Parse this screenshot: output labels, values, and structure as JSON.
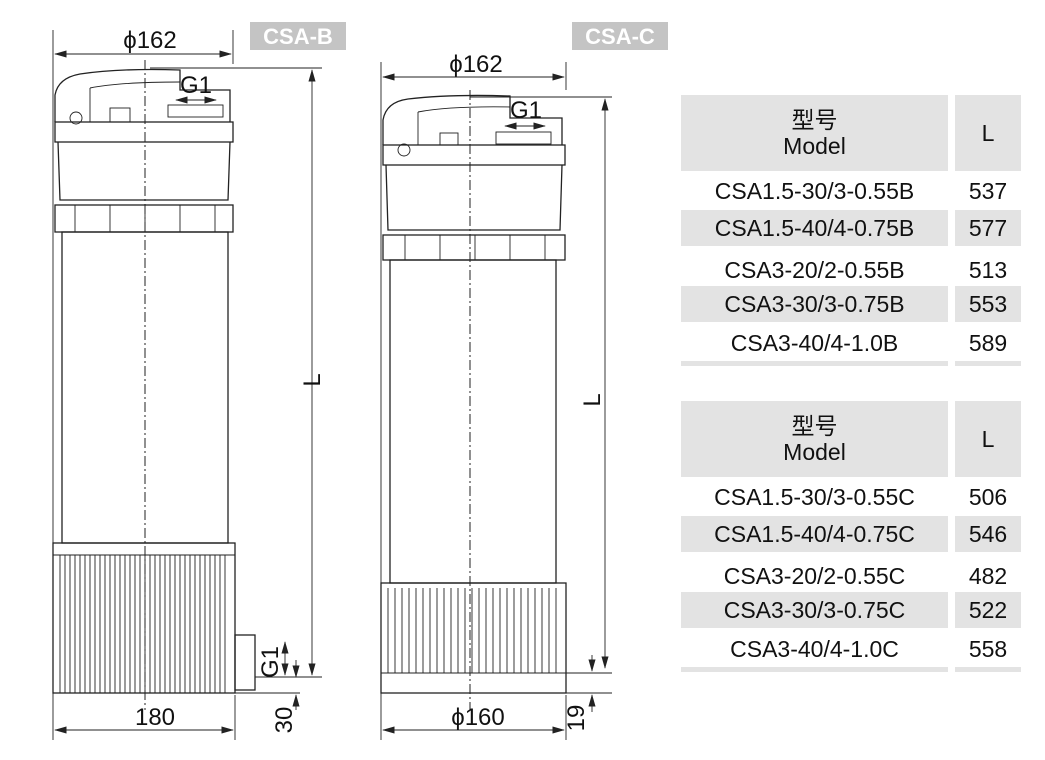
{
  "drawing_b": {
    "tag": "CSA-B",
    "top_diameter": "ϕ162",
    "outlet_label": "G1",
    "length_label": "L",
    "base_width": "180",
    "side_outlet": "G1",
    "bottom_offset": "30"
  },
  "drawing_c": {
    "tag": "CSA-C",
    "top_diameter": "ϕ162",
    "outlet_label": "G1",
    "length_label": "L",
    "base_diameter": "ϕ160",
    "bottom_offset": "19"
  },
  "table_b": {
    "header_cn": "型号",
    "header_en": "Model",
    "header_l": "L",
    "rows": [
      {
        "model": "CSA1.5-30/3-0.55B",
        "l": "537"
      },
      {
        "model": "CSA1.5-40/4-0.75B",
        "l": "577"
      },
      {
        "model": "CSA3-20/2-0.55B",
        "l": "513"
      },
      {
        "model": "CSA3-30/3-0.75B",
        "l": "553"
      },
      {
        "model": "CSA3-40/4-1.0B",
        "l": "589"
      }
    ]
  },
  "table_c": {
    "header_cn": "型号",
    "header_en": "Model",
    "header_l": "L",
    "rows": [
      {
        "model": "CSA1.5-30/3-0.55C",
        "l": "506"
      },
      {
        "model": "CSA1.5-40/4-0.75C",
        "l": "546"
      },
      {
        "model": "CSA3-20/2-0.55C",
        "l": "482"
      },
      {
        "model": "CSA3-30/3-0.75C",
        "l": "522"
      },
      {
        "model": "CSA3-40/4-1.0C",
        "l": "558"
      }
    ]
  },
  "colors": {
    "tag_bg": "#c4c4c4",
    "row_shade": "#e3e3e3"
  }
}
